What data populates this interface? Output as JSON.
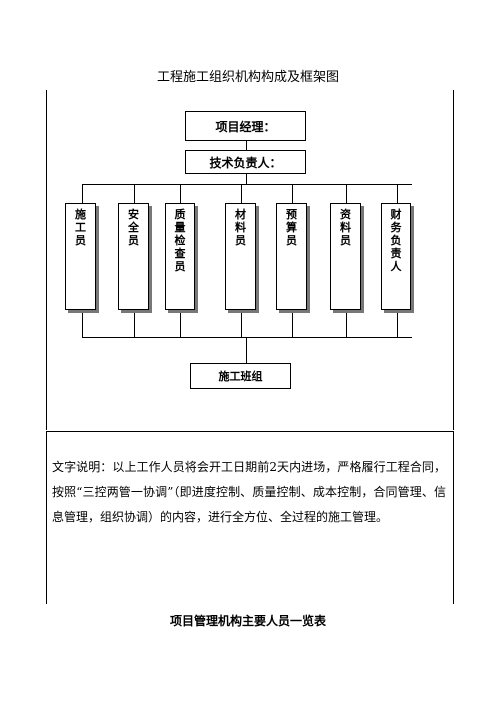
{
  "title": "工程施工组织机构构成及框架图",
  "chart": {
    "manager": "项目经理：",
    "tech_lead": "技术负责人：",
    "roles": [
      "施工员",
      "安全员",
      "质量检查员",
      "材料员",
      "预算员",
      "资料员",
      "财务负责人"
    ],
    "team": "施工班组"
  },
  "description": "文字说明：以上工作人员将会开工日期前2天内进场，严格履行工程合同，按照“三控两管一协调”（即进度控制、质量控制、成本控制，合同管理、信息管理，组织协调）的内容，进行全方位、全过程的施工管理。",
  "section_heading": "项目管理机构主要人员一览表"
}
